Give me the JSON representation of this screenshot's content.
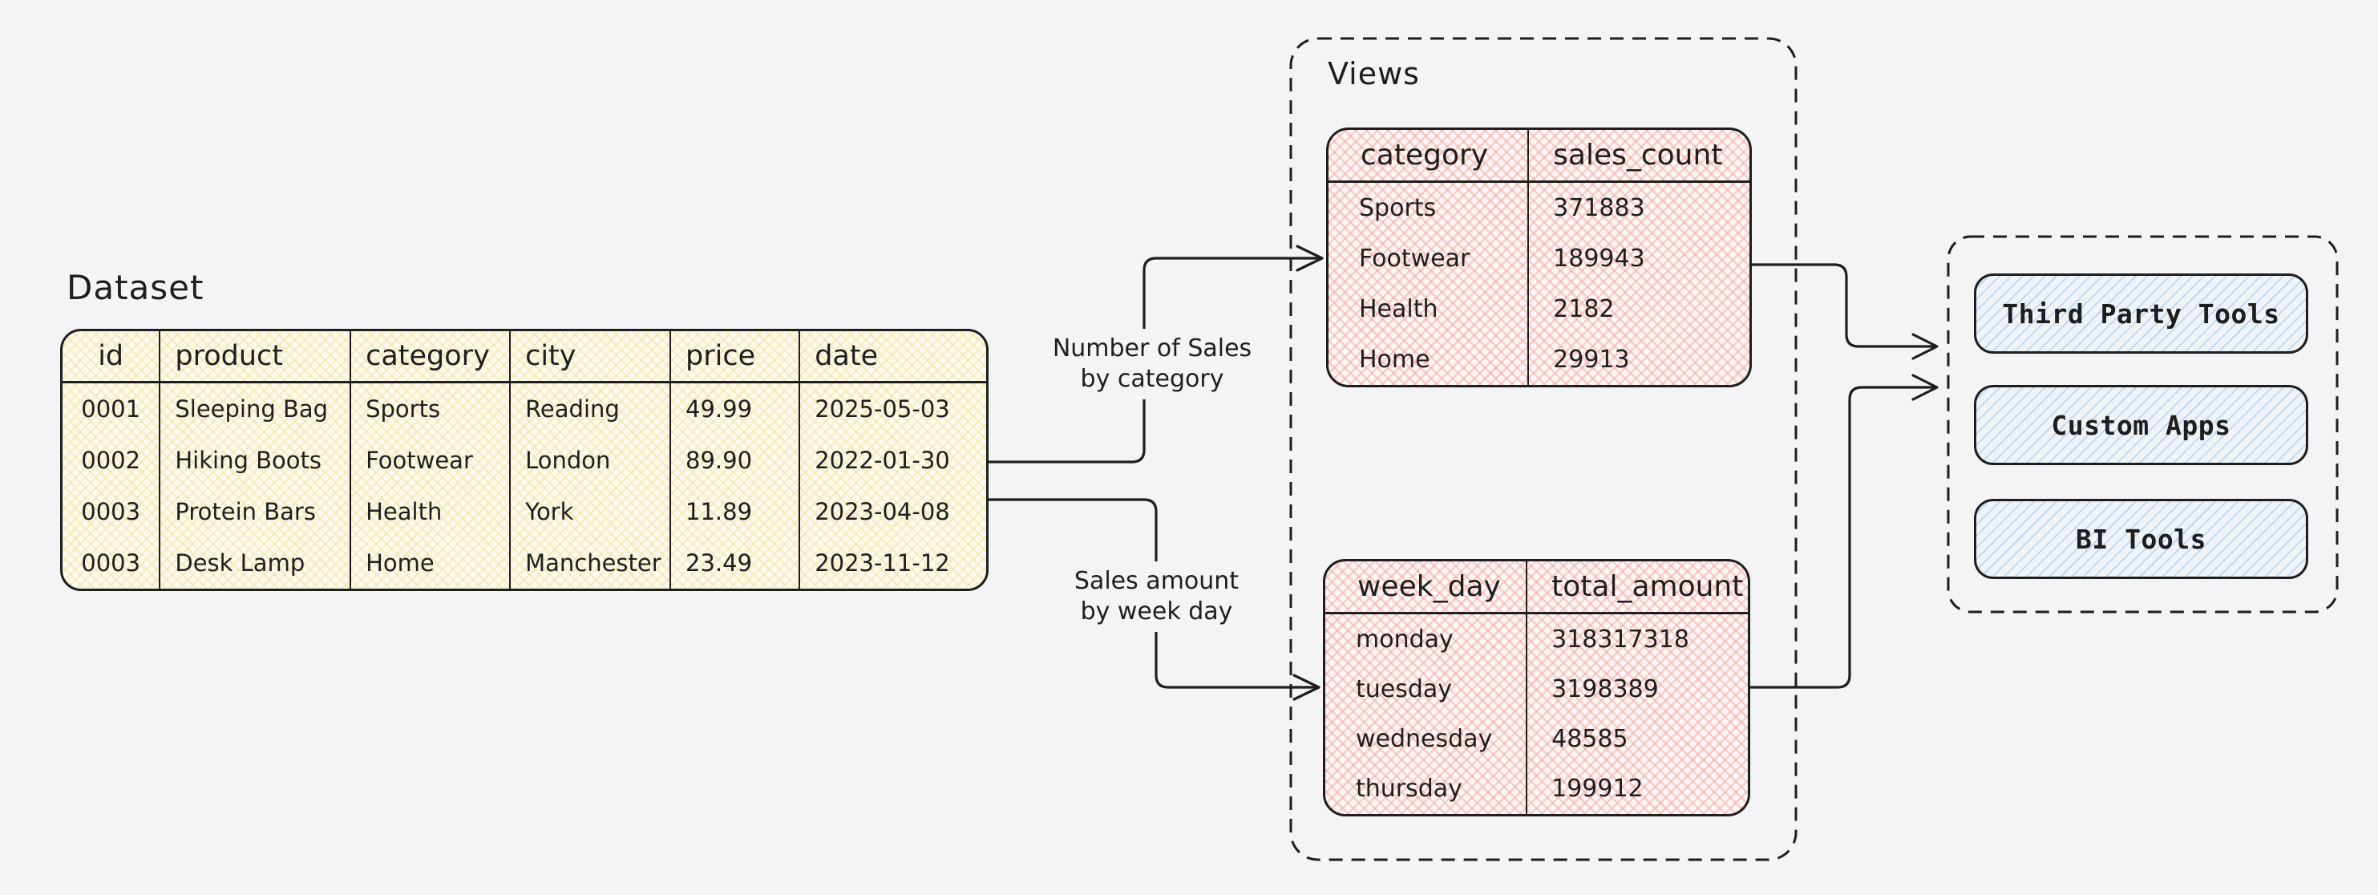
{
  "canvas": {
    "background": "#f4f4f6",
    "stroke_color": "#1e1e1e",
    "yellow_hatch": "#f0de96",
    "pink_hatch": "#f2a69f",
    "blue_hatch": "#96c0e8"
  },
  "dataset": {
    "label": "Dataset",
    "columns": [
      "id",
      "product",
      "category",
      "city",
      "price",
      "date"
    ],
    "rows": [
      [
        "0001",
        "Sleeping Bag",
        "Sports",
        "Reading",
        "49.99",
        "2025-05-03"
      ],
      [
        "0002",
        "Hiking Boots",
        "Footwear",
        "London",
        "89.90",
        "2022-01-30"
      ],
      [
        "0003",
        "Protein Bars",
        "Health",
        "York",
        "11.89",
        "2023-04-08"
      ],
      [
        "0003",
        "Desk Lamp",
        "Home",
        "Manchester",
        "23.49",
        "2023-11-12"
      ]
    ]
  },
  "views": {
    "label": "Views",
    "tables": [
      {
        "columns": [
          "category",
          "sales_count"
        ],
        "rows": [
          [
            "Sports",
            "371883"
          ],
          [
            "Footwear",
            "189943"
          ],
          [
            "Health",
            "2182"
          ],
          [
            "Home",
            "29913"
          ]
        ]
      },
      {
        "columns": [
          "week_day",
          "total_amount"
        ],
        "rows": [
          [
            "monday",
            "318317318"
          ],
          [
            "tuesday",
            "3198389"
          ],
          [
            "wednesday",
            "48585"
          ],
          [
            "thursday",
            "199912"
          ]
        ]
      }
    ]
  },
  "consumers": {
    "items": [
      "Third Party Tools",
      "Custom Apps",
      "BI Tools"
    ]
  },
  "arrows": {
    "to_category_view_label": {
      "line1": "Number of Sales",
      "line2": "by category"
    },
    "to_weekday_view_label": {
      "line1": "Sales amount",
      "line2": "by week day"
    }
  }
}
